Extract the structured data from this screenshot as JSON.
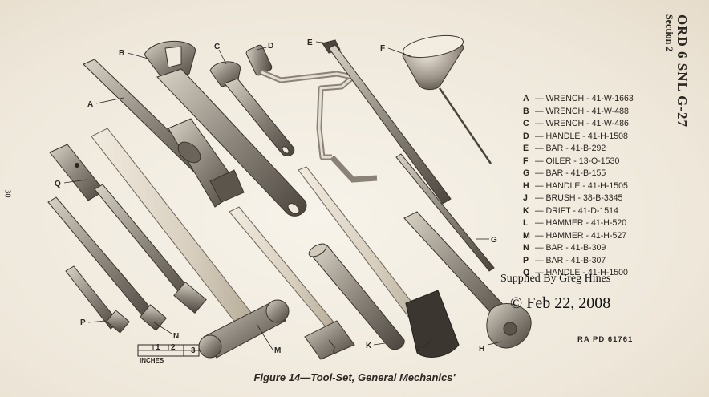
{
  "header": {
    "title": "ORD 6 SNL G-27",
    "section": "Section 2"
  },
  "page_number": "30",
  "parts": [
    {
      "key": "A",
      "label": "WRENCH - 41-W-1663"
    },
    {
      "key": "B",
      "label": "WRENCH - 41-W-488"
    },
    {
      "key": "C",
      "label": "WRENCH - 41-W-486"
    },
    {
      "key": "D",
      "label": "HANDLE - 41-H-1508"
    },
    {
      "key": "E",
      "label": "BAR - 41-B-292"
    },
    {
      "key": "F",
      "label": "OILER - 13-O-1530"
    },
    {
      "key": "G",
      "label": "BAR - 41-B-155"
    },
    {
      "key": "H",
      "label": "HANDLE - 41-H-1505"
    },
    {
      "key": "J",
      "label": "BRUSH - 38-B-3345"
    },
    {
      "key": "K",
      "label": "DRIFT - 41-D-1514"
    },
    {
      "key": "L",
      "label": "HAMMER - 41-H-520"
    },
    {
      "key": "M",
      "label": "HAMMER - 41-H-527"
    },
    {
      "key": "N",
      "label": "BAR - 41-B-309"
    },
    {
      "key": "P",
      "label": "BAR - 41-B-307"
    },
    {
      "key": "Q",
      "label": "HANDLE - 41-H-1500"
    }
  ],
  "callouts": {
    "A": "A",
    "B": "B",
    "C": "C",
    "D": "D",
    "E": "E",
    "F": "F",
    "G": "G",
    "H": "H",
    "J": "J",
    "K": "K",
    "L": "L",
    "M": "M",
    "N": "N",
    "P": "P",
    "Q": "Q"
  },
  "scale": {
    "label": "INCHES",
    "ticks": [
      "1",
      "2",
      "3"
    ]
  },
  "credit": "Supplied By Greg Hines",
  "copyright": "© Feb 22, 2008",
  "reference": "RA PD 61761",
  "caption": "Figure 14—Tool-Set, General Mechanics'"
}
